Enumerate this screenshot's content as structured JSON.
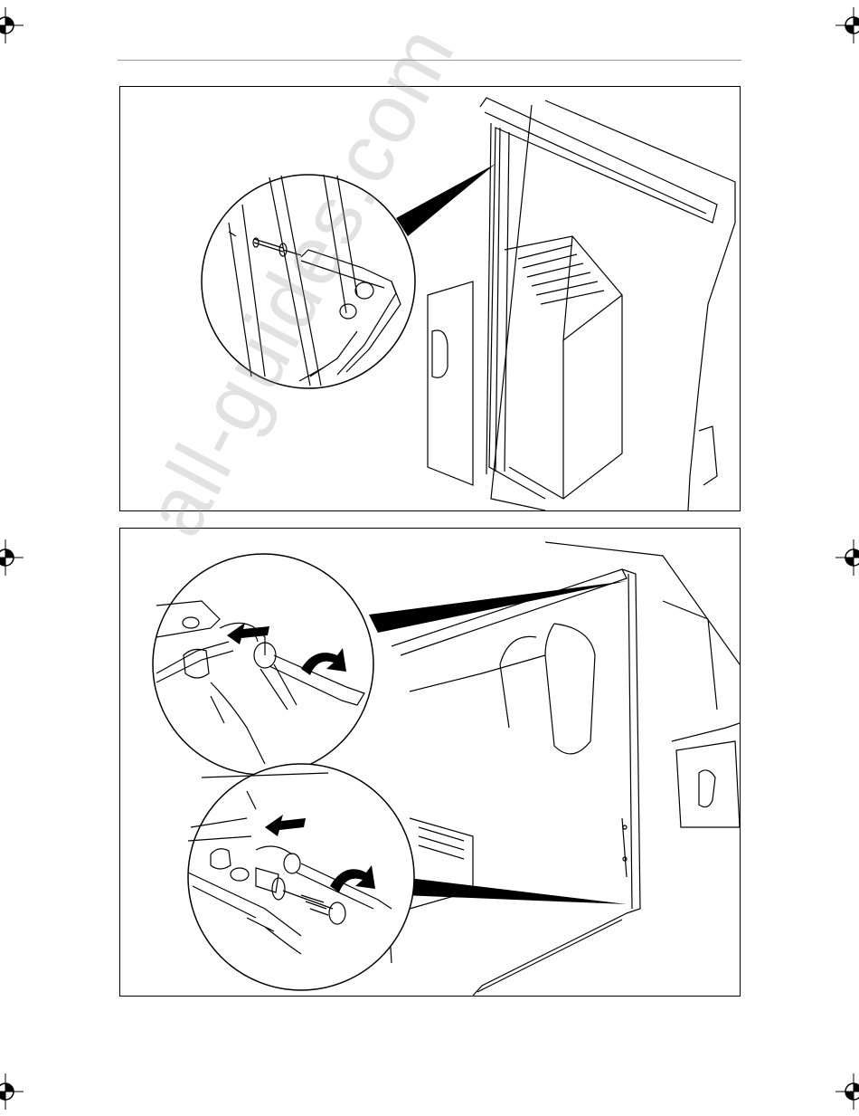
{
  "document": {
    "watermark": "all-guides.com",
    "figures": [
      {
        "name": "rivet-installation-figure"
      },
      {
        "name": "screw-fastening-figure"
      }
    ]
  },
  "colors": {
    "line": "#000000",
    "rule": "#9a9a9a",
    "shade": "#cfcfcf",
    "watermark": "#969696"
  },
  "icons": [
    "registration-mark-icon",
    "arrow-icon",
    "curved-arrow-icon"
  ]
}
